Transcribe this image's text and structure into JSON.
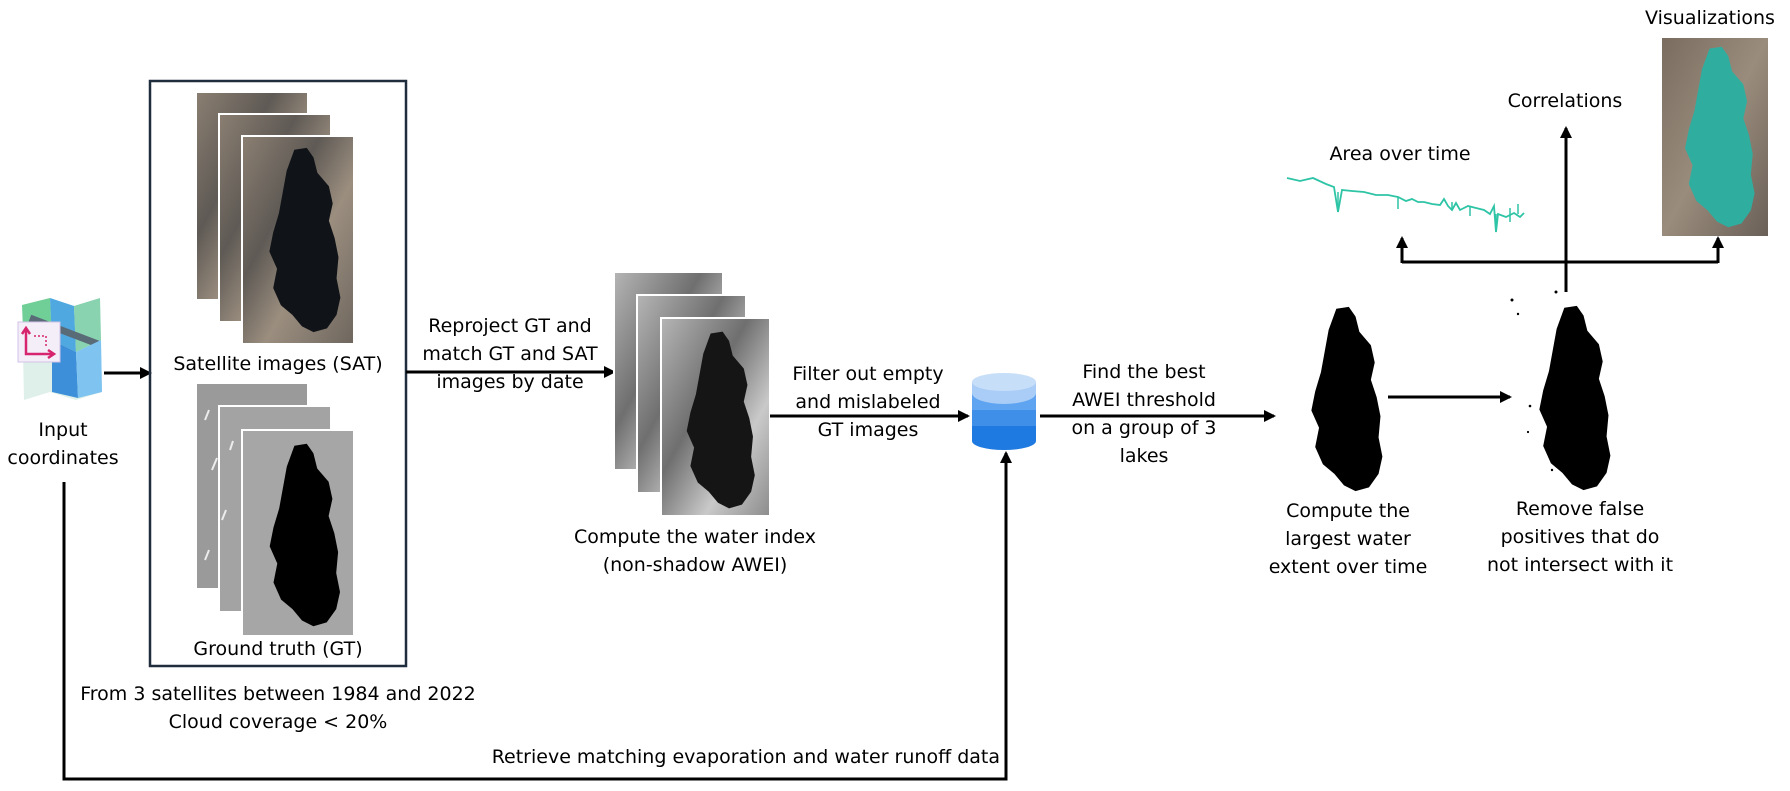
{
  "input": {
    "icon": "map-icon",
    "line1": "Input",
    "line2": "coordinates"
  },
  "box": {
    "sat_label": "Satellite images (SAT)",
    "gt_label": "Ground truth (GT)",
    "note_line1": "From 3 satellites between 1984 and 2022",
    "note_line2": "Cloud coverage < 20%"
  },
  "steps": {
    "reproject": [
      "Reproject GT and",
      "match GT and SAT",
      "images by date"
    ],
    "water_index": [
      "Compute the water index",
      "(non-shadow AWEI)"
    ],
    "filter": [
      "Filter out empty",
      "and mislabeled",
      "GT images"
    ],
    "threshold": [
      "Find the best",
      "AWEI threshold",
      "on a group of 3",
      "lakes"
    ],
    "largest": [
      "Compute the",
      "largest water",
      "extent over time"
    ],
    "remove": [
      "Remove false",
      "positives that do",
      "not intersect with it"
    ],
    "area": "Area over time",
    "correlations": "Correlations",
    "visualizations": "Visualizations",
    "retrieve": "Retrieve matching evaporation and water runoff data"
  },
  "icons": {
    "database": "database-icon",
    "map": "map-icon"
  },
  "colors": {
    "box_border": "#1f2d3d",
    "db_light": "#a9cdf7",
    "db_mid": "#5ea4f0",
    "db_dark": "#1e7ae0",
    "area_line": "#2ec4a6",
    "lake_overlay": "#2fae9f"
  }
}
